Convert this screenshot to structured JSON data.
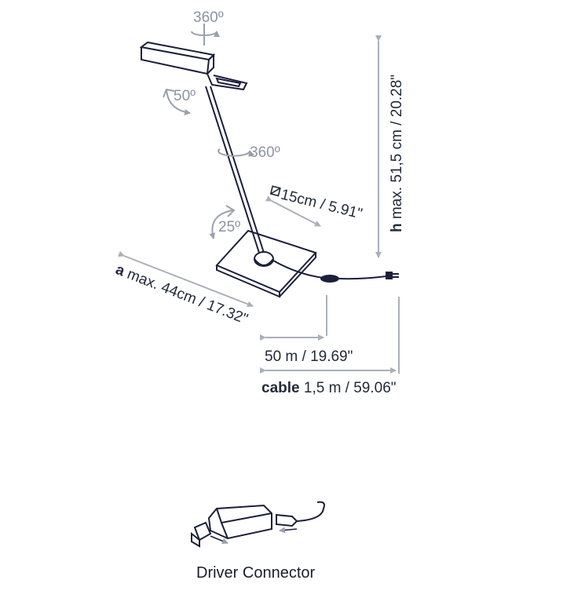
{
  "rotation_labels": {
    "head_rotation": "360º",
    "head_tilt": "50º",
    "arm_rotation": "360º",
    "base_tilt": "25º"
  },
  "dimensions": {
    "base_size": "15cm / 5.91\"",
    "height_prefix": "h",
    "height_value": " max. 51,5 cm / 20.28\"",
    "arm_prefix": "a",
    "arm_value": " max. 44cm / 17.32\"",
    "cable_to_switch": "50 m / 19.69\"",
    "cable_prefix": "cable",
    "cable_value": " 1,5 m / 59.06\""
  },
  "icons": {
    "base_symbol": "square-diagonal-icon",
    "plug": "plug-icon",
    "driver": "driver-box-icon"
  },
  "colors": {
    "line": "#1b1f3a",
    "dimension": "#aab0bb",
    "rotation": "#9aa1ad",
    "text": "#222a3a"
  },
  "driver": {
    "caption": "Driver Connector"
  }
}
